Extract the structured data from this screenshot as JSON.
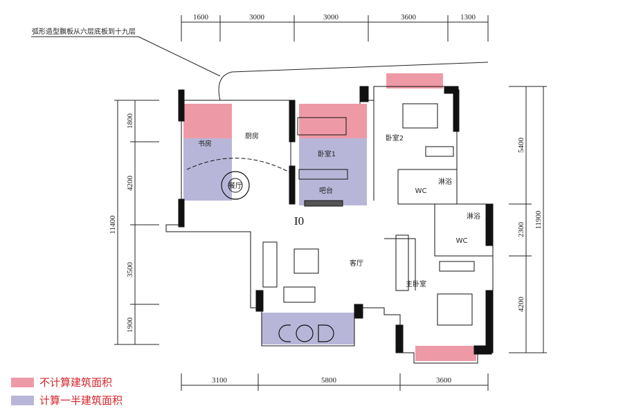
{
  "annotation": "弧形造型飘板从六层底板到十九层",
  "unit_label": "I0",
  "dimensions": {
    "top": [
      "1600",
      "3000",
      "3000",
      "3600",
      "1300"
    ],
    "bottom": [
      "3100",
      "5800",
      "3600"
    ],
    "left": [
      "1800",
      "4200",
      "3500",
      "1900"
    ],
    "left_total": "11400",
    "right": [
      "5400",
      "2300",
      "4200"
    ],
    "right_total": "11900"
  },
  "rooms": {
    "study": "书房",
    "kitchen": "厨房",
    "dining": "餐厅",
    "bedroom1": "卧室1",
    "bedroom2": "卧室2",
    "bar": "吧台",
    "wc1": "WC",
    "shower1": "淋浴",
    "shower2": "淋浴",
    "wc2": "WC",
    "living": "客厅",
    "master": "主卧室"
  },
  "legend": [
    {
      "label": "不计算建筑面积",
      "color": "#ee9aa6"
    },
    {
      "label": "计算一半建筑面积",
      "color": "#b8b6d8"
    }
  ]
}
